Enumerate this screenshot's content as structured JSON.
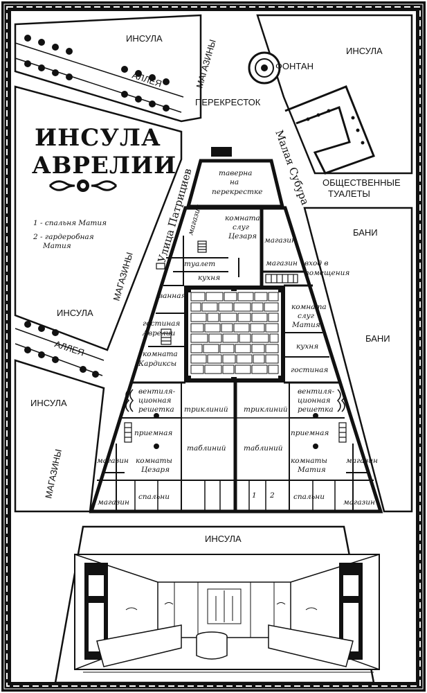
{
  "title": {
    "line1": "ИНСУЛА",
    "line2": "АВРЕЛИИ"
  },
  "legend": {
    "item1": "1 - спальня Матия",
    "item2a": "2 - гардеробная",
    "item2b": "Матия"
  },
  "streets": {
    "patricians": "Улица Патрициев",
    "small_subura": "Малая Субура"
  },
  "outer_labels": {
    "insula_tl": "ИНСУЛА",
    "shops_tl": "МАГАЗИНЫ",
    "alley_top": "АЛЛЕЯ",
    "crossroads": "ПЕРЕКРЕСТОК",
    "fountain": "ФОНТАН",
    "insula_tr": "ИНСУЛА",
    "toilets_a": "ОБЩЕСТВЕННЫЕ",
    "toilets_b": "ТУАЛЕТЫ",
    "baths_1": "БАНИ",
    "baths_2": "БАНИ",
    "shops_left": "МАГАЗИНЫ",
    "insula_left": "ИНСУЛА",
    "alley_mid": "АЛЛЕЯ",
    "insula_bl": "ИНСУЛА",
    "shops_bl": "МАГАЗИНЫ",
    "insula_bottom": "ИНСУЛА"
  },
  "rooms": {
    "tavern_a": "таверна",
    "tavern_b": "на",
    "tavern_c": "перекрестке",
    "servants_a": "комната",
    "servants_b": "слуг",
    "servants_c": "Цезаря",
    "shop_v": "магазин",
    "shop_r1": "магазин",
    "shop_r2": "магазин",
    "entrance_a": "вход в",
    "entrance_b": "помещения",
    "toilet": "туалет",
    "kitchen_top": "кухня",
    "bath": "ванная",
    "living_a_a": "гостиная",
    "living_a_b": "Аврелии",
    "kardiksa_a": "комната",
    "kardiksa_b": "Кардиксы",
    "servants_m_a": "комната",
    "servants_m_b": "слуг",
    "servants_m_c": "Матия",
    "kitchen_right": "кухня",
    "living_right": "гостиная",
    "vent_l_a": "вентиля-",
    "vent_l_b": "ционная",
    "vent_l_c": "решетка",
    "vent_r_a": "вентиля-",
    "vent_r_b": "ционная",
    "vent_r_c": "решетка",
    "triclinium_l": "триклиний",
    "triclinium_r": "триклиний",
    "reception_l": "приемная",
    "reception_r": "приемная",
    "tablinum_l": "таблиний",
    "tablinum_r": "таблиний",
    "shop_left": "магазин",
    "shop_right": "магазин",
    "caesar_a": "комнаты",
    "caesar_b": "Цезаря",
    "matius_a": "комнаты",
    "matius_b": "Матия",
    "shop_bl": "магазин",
    "bedrooms_l": "спальни",
    "bedrooms_r": "спальни",
    "shop_br": "магазин",
    "num1": "1",
    "num2": "2"
  }
}
